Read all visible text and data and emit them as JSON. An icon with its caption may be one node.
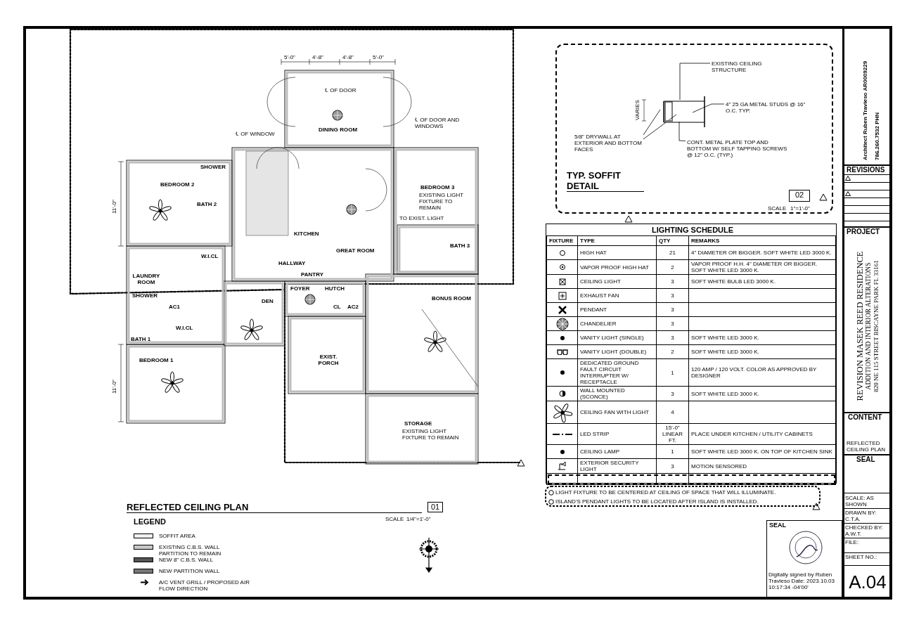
{
  "diagram": {
    "title": "REFLECTED CEILING PLAN",
    "nodes": [
      {
        "text": [
          "TYP. SOFFIT DETAIL"
        ]
      },
      {
        "text": [
          "02"
        ],
        "in": 0
      },
      {
        "text": [
          "EXISTING CEILING STRUCTURE"
        ],
        "in": 0
      },
      {
        "text": [
          "4\" 25 GA METAL STUDS @ 16\" O.C. TYP."
        ],
        "in": 0
      },
      {
        "text": [
          "5/8\" DRYWALL AT EXTERIOR AND BOTTOM FACES"
        ],
        "in": 0
      },
      {
        "text": [
          "CONT. METAL PLATE TOP AND BOTTOM W/ SELF TAPPING SCREWS @ 12\" O.C. (TYP.)"
        ],
        "in": 0
      },
      {
        "text": [
          "LIGHTING SCHEDULE"
        ]
      },
      {
        "text": [
          "01"
        ]
      },
      {
        "text": [
          "REVISIONS"
        ]
      },
      {
        "text": [
          "PROJECT",
          "REVISION MASEK REED RESIDENCE",
          "ADDITION AND INTERIOR ALTERATIONS",
          "820 NE 115 STREET BISCAYNE PARK FL 33161"
        ]
      },
      {
        "text": [
          "CONTENT",
          "REFLECTED CEILING PLAN"
        ]
      },
      {
        "text": [
          "SEAL"
        ]
      },
      {
        "text": [
          "A.04"
        ]
      },
      {
        "text": [
          "SEAL",
          "Digitally signed by Ruben Travieso Date: 2023.10.03 10:17:34 -04'00'"
        ]
      }
    ],
    "edges": [
      {
        "from": 2,
        "to": null,
        "arrow": "none"
      },
      {
        "from": 3,
        "to": null,
        "arrow": "none"
      },
      {
        "from": 4,
        "to": null,
        "arrow": "none"
      },
      {
        "from": 4,
        "to": null,
        "arrow": "none"
      },
      {
        "from": 5,
        "to": null,
        "arrow": "none"
      }
    ],
    "labels": [
      "5'-0\"",
      "4'-8\"",
      "4'-8\"",
      "5'-0\"",
      "℄ OF DOOR",
      "DINING ROOM",
      "℄ OF DOOR AND WINDOWS",
      "℄ OF WINDOW",
      "SHOWER",
      "BEDROOM 2",
      "BEDROOM 3",
      "EXISTING LIGHT FIXTURE TO REMAIN",
      "BATH 2",
      "11'-0\"",
      "TO EXIST. LIGHT",
      "KITCHEN",
      "BATH 3",
      "W.I.CL",
      "GREAT ROOM",
      "PANTRY",
      "LAUNDRY ROOM",
      "HALLWAY",
      "FOYER",
      "HUTCH",
      "SHOWER",
      "AC1",
      "CL",
      "AC2",
      "DEN",
      "BONUS ROOM",
      "W.I.CL",
      "BATH 1",
      "BEDROOM 1",
      "11'-0\"",
      "EXIST. PORCH",
      "STORAGE",
      "EXISTING LIGHT FIXTURE TO REMAIN",
      "VARIES",
      "SCALE",
      "1\"=1'-0\"",
      "FIXTURE",
      "TYPE",
      "QTY",
      "REMARKS",
      "HIGH HAT",
      "21",
      "4\" DIAMETER OR BIGGER. SOFT WHITE LED 3000 K.",
      "VAPOR PROOF HIGH HAT",
      "2",
      "VAPOR PROOF H.H. 4\" DIAMETER OR BIGGER. SOFT WHITE LED 3000 K.",
      "CEILING LIGHT",
      "3",
      "SOFT WHITE BULB LED 3000 K.",
      "EXHAUST FAN",
      "3",
      "PENDANT",
      "3",
      "CHANDELIER",
      "3",
      "VANITY LIGHT (SINGLE)",
      "3",
      "SOFT WHITE LED 3000 K.",
      "VANITY LIGHT (DOUBLE)",
      "2",
      "SOFT WHITE LED 3000 K.",
      "DEDICATED GROUND FAULT CIRCUIT INTERRUPTER W/ RECEPTACLE",
      "1",
      "120 AMP / 120 VOLT. COLOR AS APPROVED BY DESIGNER",
      "WALL MOUNTED (SCONCE)",
      "3",
      "SOFT WHITE LED 3000 K.",
      "CEILING FAN WITH LIGHT",
      "4",
      "LED STRIP",
      "15'-0\" LINEAR FT.",
      "PLACE UNDER KITCHEN / UTILITY CABINETS",
      "CEILING LAMP",
      "1",
      "SOFT WHITE LED 3000 K. ON TOP OF KITCHEN SINK",
      "EXTERIOR SECURITY LIGHT",
      "3",
      "MOTION SENSORED",
      "LIGHT FIXTURE TO BE CENTERED AT CEILING OF SPACE THAT WILL ILLUMINATE.",
      "ISLAND'S PENDANT LIGHTS TO BE LOCATED AFTER ISLAND IS INSTALLED.",
      "SCALE",
      "1/4\"=1'-0\"",
      "LEGEND",
      "Architect Ruben Travieso AR0009229",
      "786.260.7532 PHN",
      "SCALE: AS SHOWN",
      "DRAWN BY: C.T.A.",
      "CHECKED BY: A.W.T.",
      "FILE:",
      "SHEET NO.:"
    ],
    "legend": [
      {
        "text": "SOFFIT AREA",
        "color": "#f0f0f0"
      },
      {
        "text": "EXISTING C.B.S. WALL PARTITION TO REMAIN",
        "color": "#c8c8c8"
      },
      {
        "text": "NEW 8\" C.B.S. WALL",
        "color": "#555555"
      },
      {
        "text": "NEW PARTITION WALL",
        "color": "#777777"
      },
      {
        "text": "A/C VENT GRILL / PROPOSED AIR FLOW DIRECTION"
      }
    ]
  }
}
